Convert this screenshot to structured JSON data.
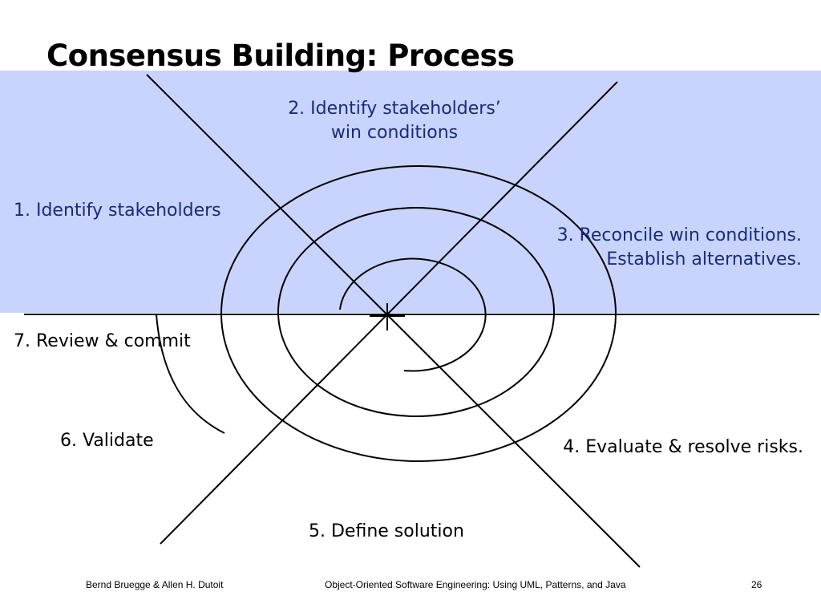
{
  "slide": {
    "title": "Consensus Building: Process",
    "steps": {
      "s1": "1. Identify stakeholders",
      "s2_line1": "2. Identify stakeholders’",
      "s2_line2": "win conditions",
      "s3_line1": "3. Reconcile win conditions.",
      "s3_line2": "Establish alternatives.",
      "s4": "4. Evaluate & resolve risks.",
      "s5": "5. Define solution",
      "s6": "6. Validate",
      "s7": "7. Review & commit"
    }
  },
  "footer": {
    "authors": "Bernd Bruegge & Allen H. Dutoit",
    "book": "Object-Oriented Software Engineering: Using UML, Patterns, and Java",
    "page": "26"
  },
  "colors": {
    "band": "#c8d4fd",
    "label_text": "#1a2a7a",
    "lines": "#000000"
  }
}
